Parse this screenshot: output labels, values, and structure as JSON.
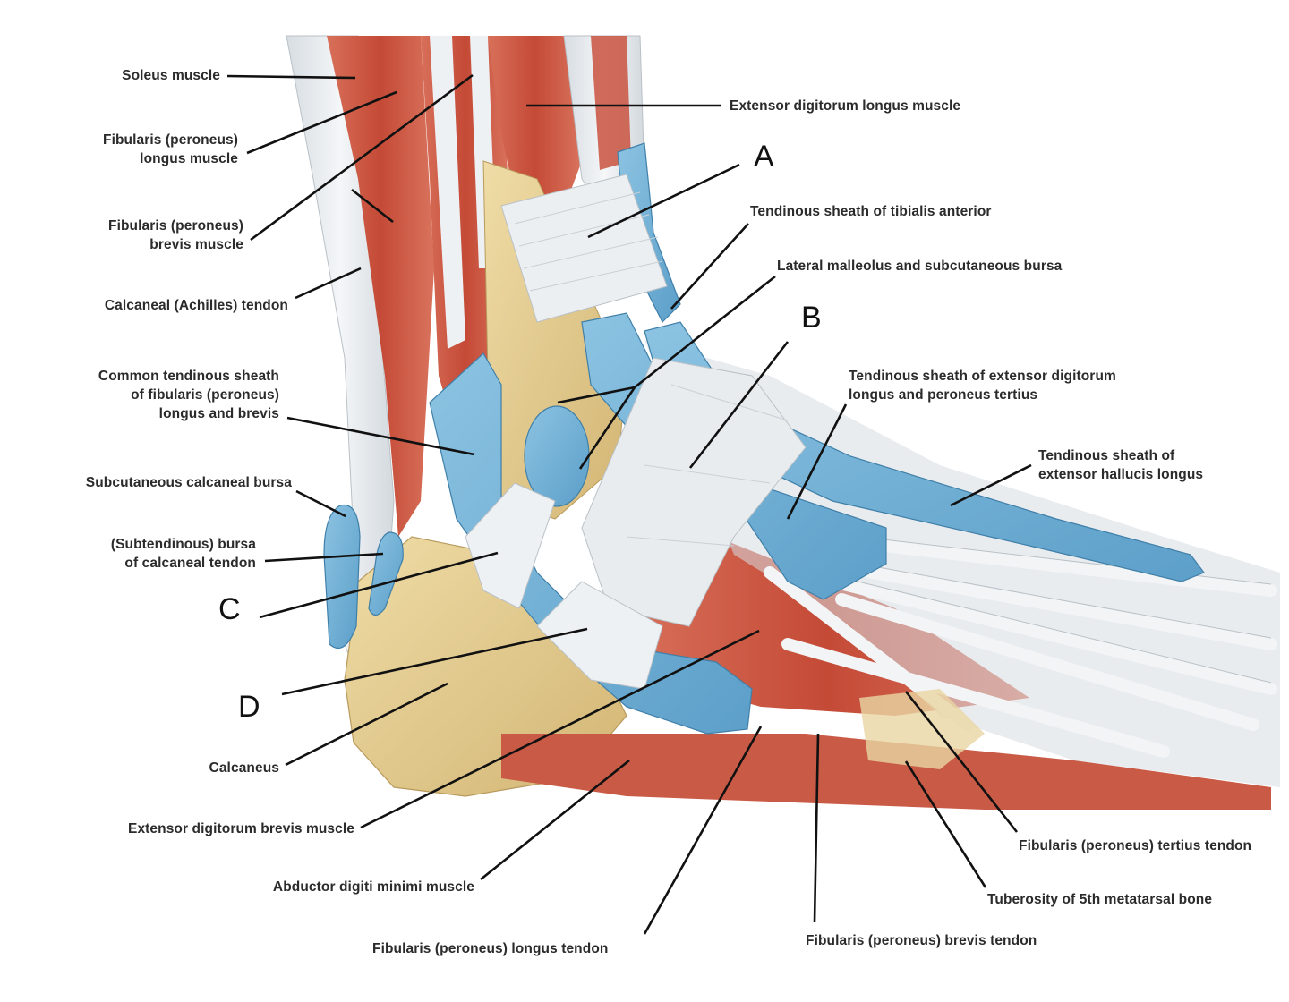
{
  "labels": {
    "soleus": "Soleus muscle",
    "fib_longus_muscle_1": "Fibularis (peroneus)",
    "fib_longus_muscle_2": "longus muscle",
    "fib_brevis_muscle_1": "Fibularis (peroneus)",
    "fib_brevis_muscle_2": "brevis muscle",
    "achilles": "Calcaneal (Achilles) tendon",
    "common_sheath_1": "Common tendinous sheath",
    "common_sheath_2": "of fibularis (peroneus)",
    "common_sheath_3": "longus and brevis",
    "subcut_calc_bursa": "Subcutaneous calcaneal bursa",
    "subtend_bursa_1": "(Subtendinous) bursa",
    "subtend_bursa_2": "of calcaneal tendon",
    "calcaneus": "Calcaneus",
    "edb_muscle": "Extensor digitorum brevis muscle",
    "abductor": "Abductor digiti minimi muscle",
    "fib_longus_tendon": "Fibularis (peroneus) longus tendon",
    "fib_brevis_tendon": "Fibularis (peroneus) brevis tendon",
    "tuberosity": "Tuberosity of 5th metatarsal bone",
    "fib_tertius": "Fibularis (peroneus) tertius tendon",
    "edl_muscle": "Extensor digitorum longus muscle",
    "sheath_tib_ant": "Tendinous sheath of tibialis anterior",
    "lat_malleolus": "Lateral malleolus and subcutaneous bursa",
    "sheath_edl_1": "Tendinous sheath of extensor digitorum",
    "sheath_edl_2": "longus and peroneus tertius",
    "sheath_ehl_1": "Tendinous sheath of",
    "sheath_ehl_2": "extensor hallucis longus"
  },
  "letters": {
    "a": "A",
    "b": "B",
    "c": "C",
    "d": "D"
  },
  "colors": {
    "muscle": "#c9523f",
    "muscle_light": "#e0806a",
    "tendon": "#e6eaee",
    "sheath": "#6fb0d6",
    "bone": "#e3cd92",
    "leader": "#111111"
  }
}
